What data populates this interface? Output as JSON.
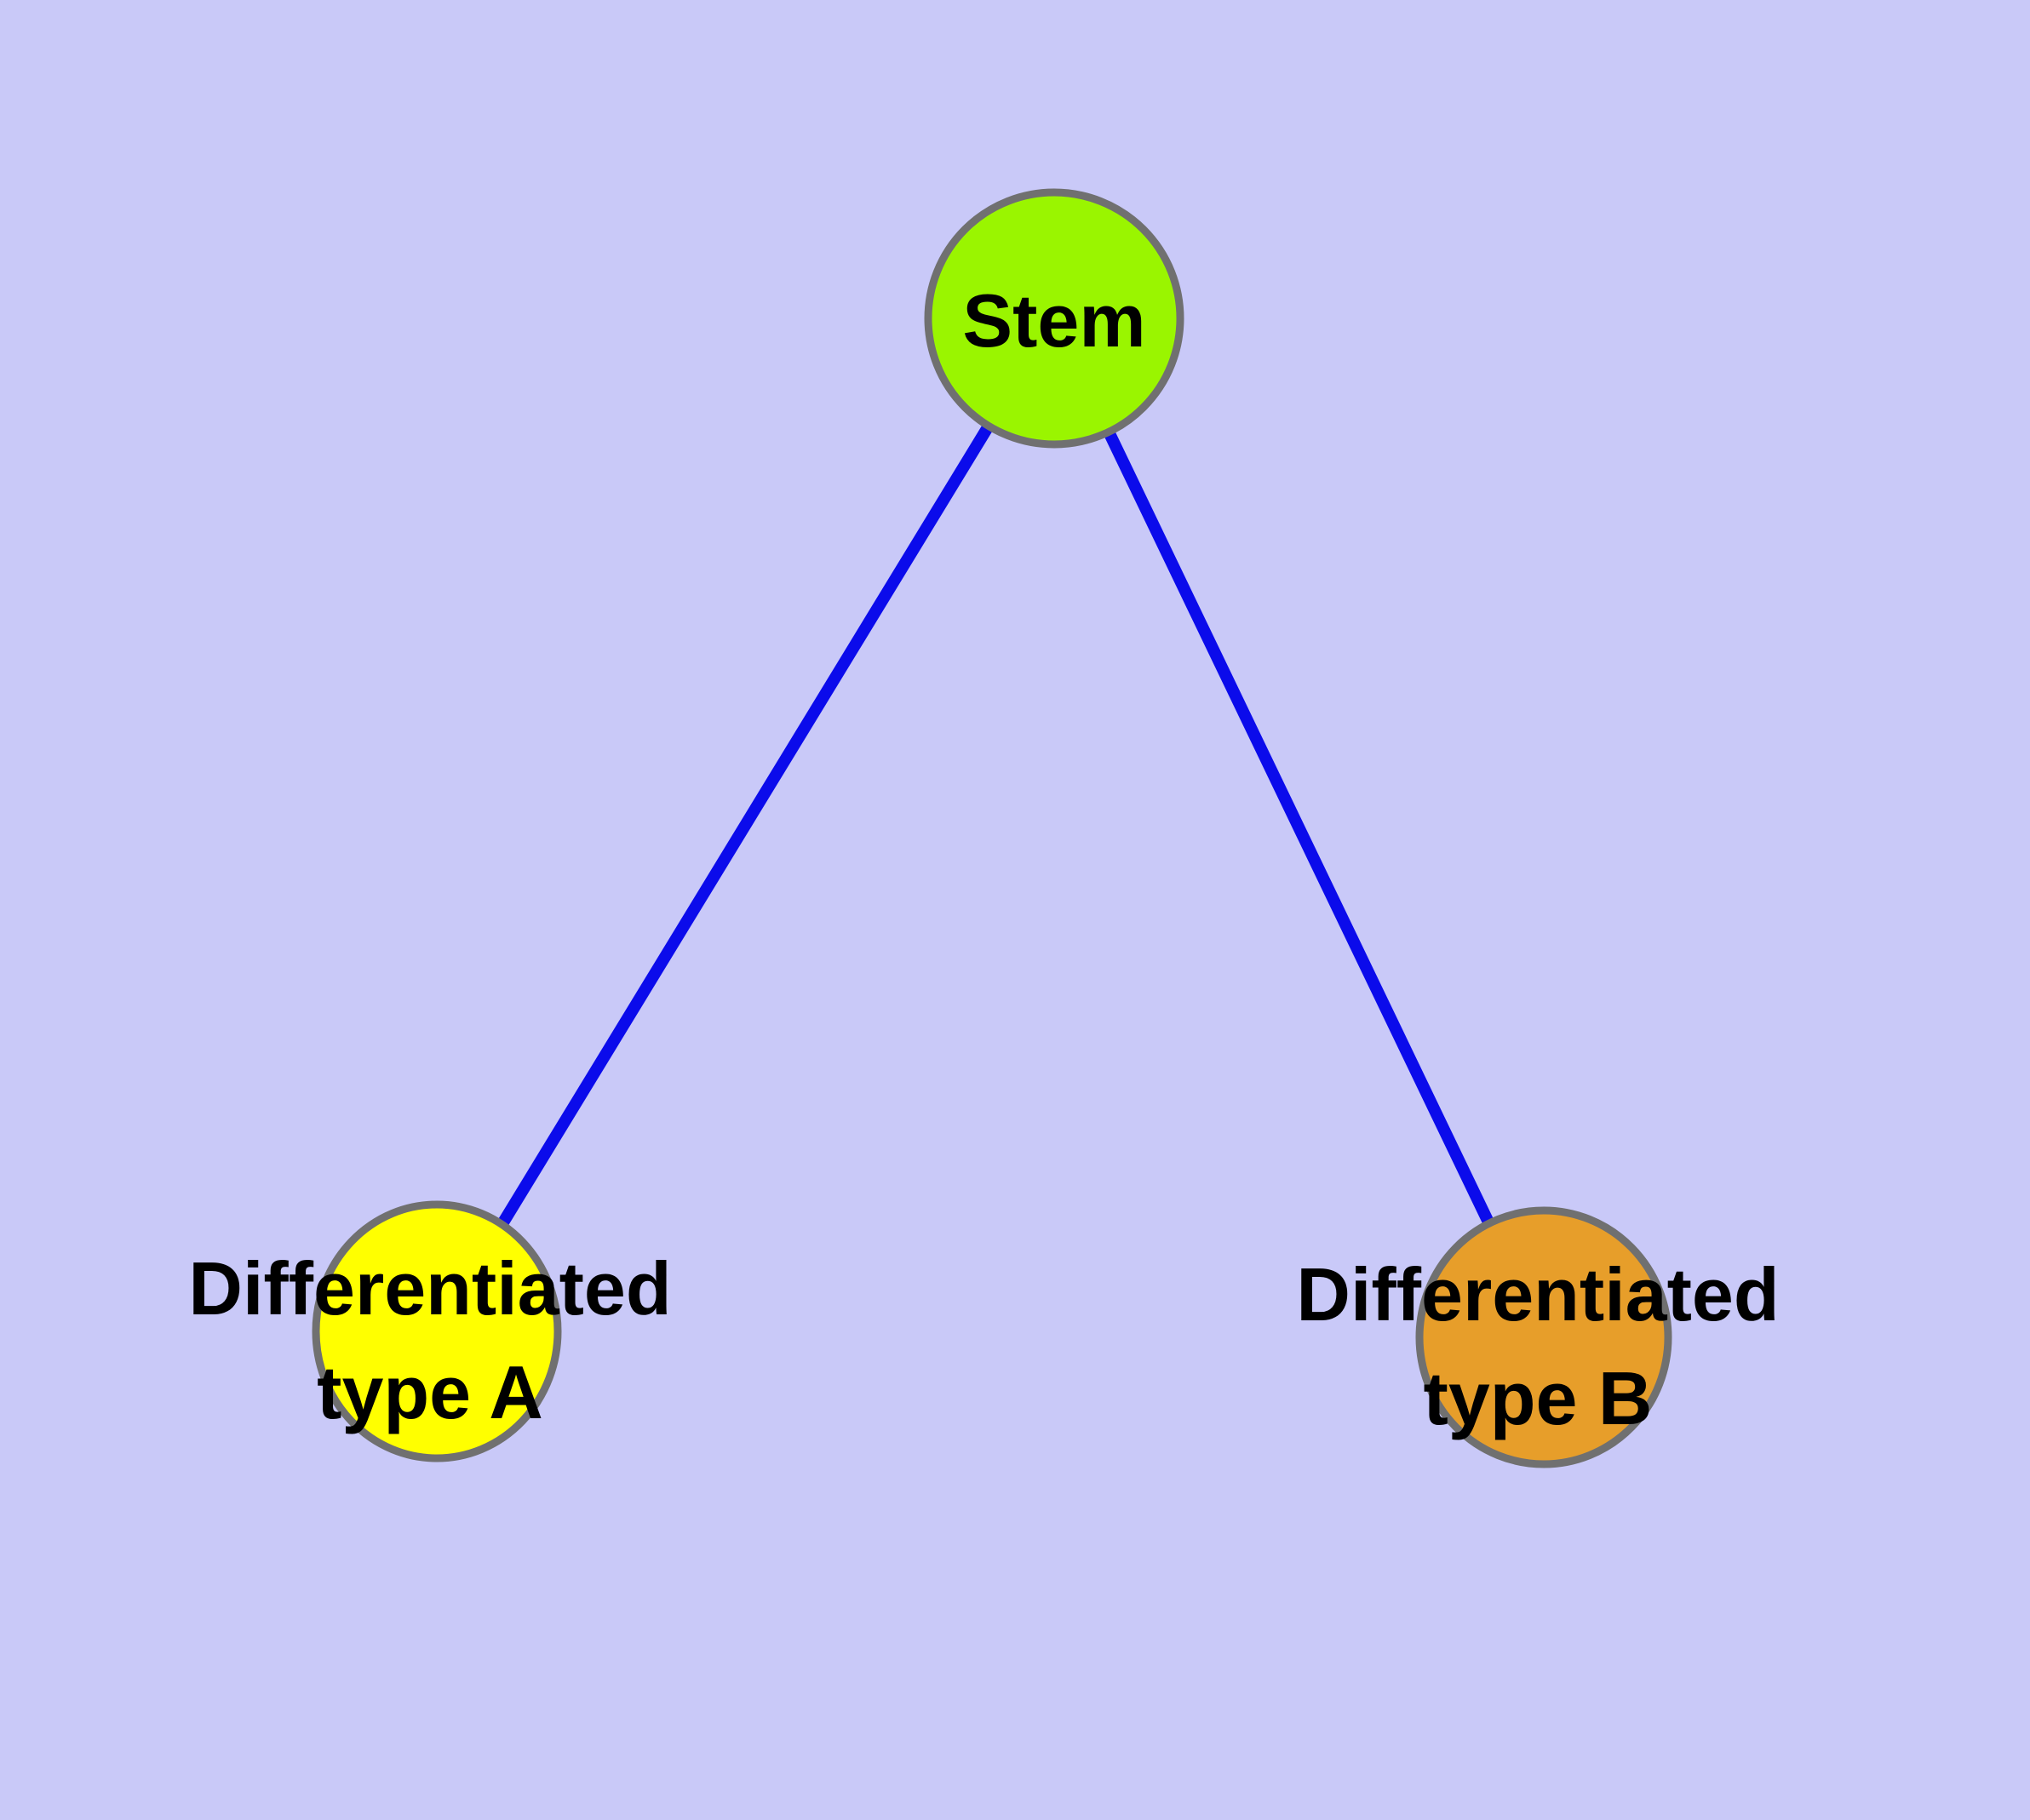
{
  "colors": {
    "background": "#C9C9F8",
    "edge": "#0B0BEB",
    "node_border": "#707070",
    "label_text": "#000000"
  },
  "diagram": {
    "nodes": [
      {
        "id": "stem",
        "label": "Stem",
        "color": "#9AF500"
      },
      {
        "id": "type-a",
        "label": "Differentiated\ntype A",
        "color": "#FFFF00"
      },
      {
        "id": "type-b",
        "label": "Differentiated\ntype B",
        "color": "#E79E2A"
      }
    ],
    "edges": [
      {
        "from": "stem",
        "to": "type-a"
      },
      {
        "from": "stem",
        "to": "type-b"
      }
    ]
  }
}
